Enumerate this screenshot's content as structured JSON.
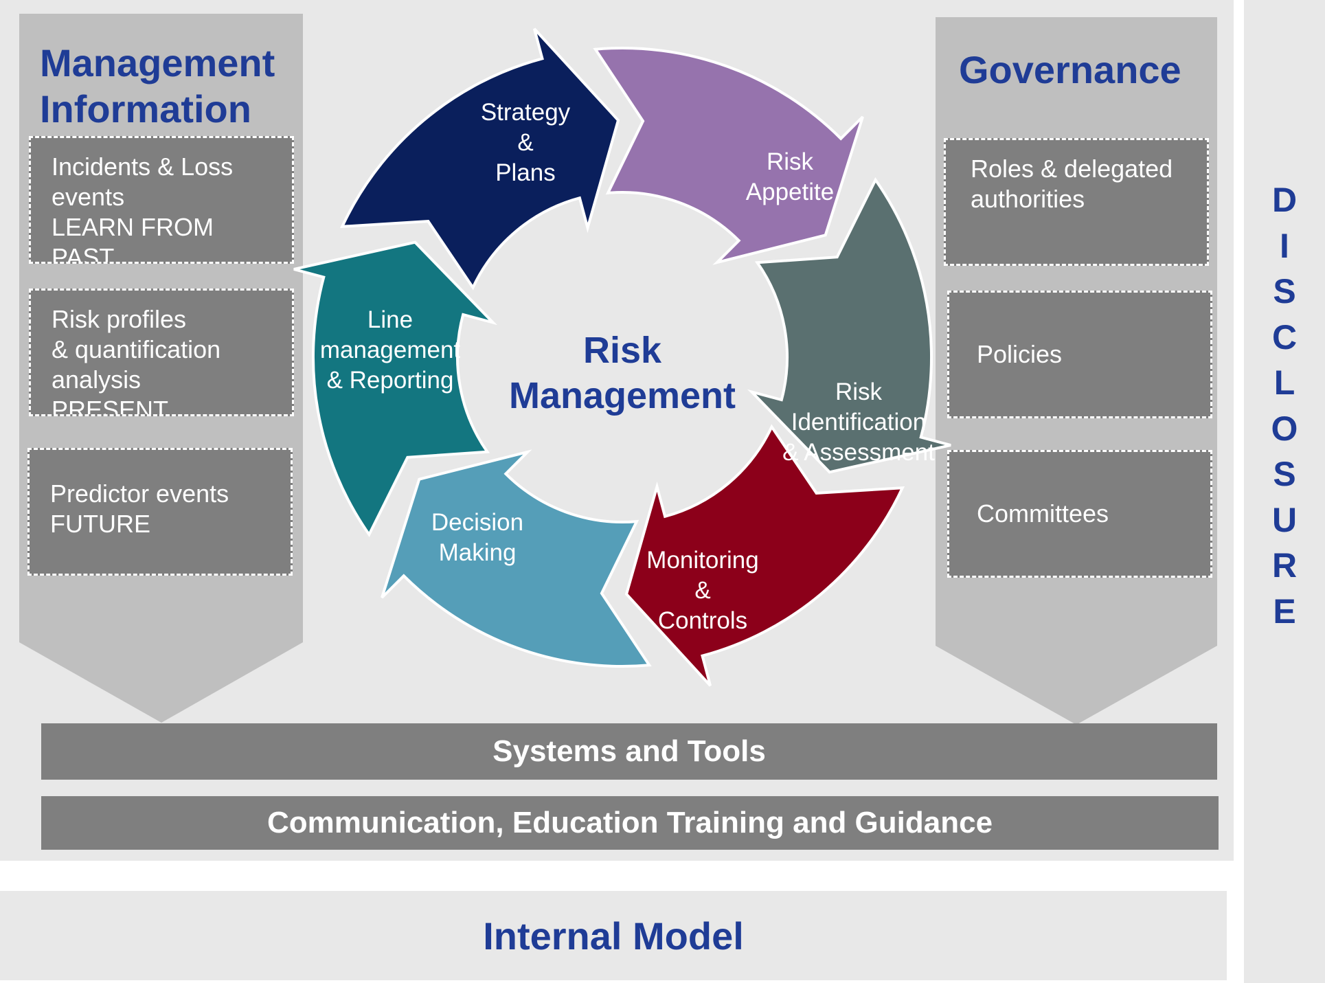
{
  "management_information": {
    "title_lines": [
      "Management",
      "Information"
    ],
    "boxes": [
      {
        "lines": [
          "Incidents & Loss",
          "events",
          "LEARN FROM",
          "PAST"
        ]
      },
      {
        "lines": [
          "Risk profiles",
          "& quantification",
          "analysis",
          "PRESENT"
        ]
      },
      {
        "lines": [
          "Predictor events",
          "FUTURE"
        ]
      }
    ]
  },
  "governance": {
    "title": "Governance",
    "boxes": [
      {
        "lines": [
          "Roles & delegated",
          "authorities"
        ]
      },
      {
        "lines": [
          "Policies"
        ]
      },
      {
        "lines": [
          "Committees"
        ]
      }
    ]
  },
  "cycle": {
    "center_lines": [
      "Risk",
      "Management"
    ],
    "segments": [
      {
        "lines": [
          "Strategy",
          "&",
          "Plans"
        ],
        "color": "#0a1f5c"
      },
      {
        "lines": [
          "Risk",
          "Appetite"
        ],
        "color": "#9673ad"
      },
      {
        "lines": [
          "Risk",
          "Identification",
          "& Assessment"
        ],
        "color": "#5a7070"
      },
      {
        "lines": [
          "Monitoring",
          "&",
          "Controls"
        ],
        "color": "#8c001a"
      },
      {
        "lines": [
          "Decision",
          "Making"
        ],
        "color": "#559eb8"
      },
      {
        "lines": [
          "Line",
          "management",
          "& Reporting"
        ],
        "color": "#137680"
      }
    ]
  },
  "bars": {
    "systems": "Systems and Tools",
    "communication": "Communication, Education Training and Guidance"
  },
  "internal_model": "Internal Model",
  "disclosure_letters": [
    "D",
    "I",
    "S",
    "C",
    "L",
    "O",
    "S",
    "U",
    "R",
    "E"
  ],
  "colors": {
    "title_blue": "#1f3c96",
    "box_gray": "#7f7f7f",
    "column_gray": "#bfbfbf",
    "panel_bg": "#e8e8e8"
  }
}
